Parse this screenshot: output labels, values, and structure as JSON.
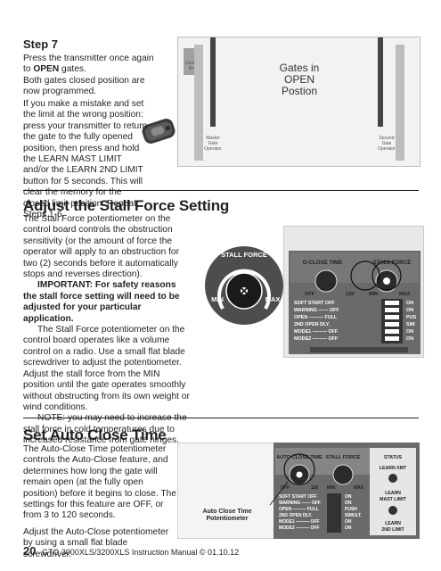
{
  "step7": {
    "heading": "Step 7",
    "para1_a": "Press the transmitter once again to ",
    "para1_b": "OPEN",
    "para1_c": " gates.",
    "para2": "Both gates closed position are now programmed.",
    "para3": "If you make a mistake and set the limit at the wrong position: press your transmitter to return the gate to the fully opened position, then press and hold the LEARN MAST LIMIT and/or the LEARN 2ND LIMIT button for 5 seconds. This will clear the memory for the closed limit position. Repeat Steps 1-6.",
    "figure": {
      "center_label": [
        "Gates in",
        "OPEN",
        "Postion"
      ],
      "control_box": [
        "Control",
        "Box"
      ],
      "master_operator": [
        "Master",
        "Gate",
        "Operator"
      ],
      "second_operator": [
        "Second",
        "Gate",
        "Operator"
      ]
    }
  },
  "stall": {
    "heading": "Adjust the Stall Force Setting",
    "para1": "The Stall Force potentiometer on the control board controls the obstruction sensitivity (or the amount of force the operator will apply to an obstruction for two (2) seconds before it automatically stops and reverses direction).",
    "para2": "IMPORTANT: For safety reasons the stall force setting will need to be adjusted for your particular application.",
    "para3": "The Stall Force potentiometer on the control board operates like a volume control on a radio. Use a small flat blade screwdriver to adjust the potentiometer. Adjust the stall force from the MIN position until the gate operates smoothly without obstructing from its own weight or wind conditions.",
    "para4": "NOTE: you may need to increase the stall force in cold temperatures due to increased resistance from gate hinges.",
    "knob": {
      "title": "STALL FORCE",
      "min": "MIN",
      "max": "MAX"
    },
    "board": {
      "auto_close": "O-CLOSE TIME",
      "stall_force": "STALL FORCE",
      "off": "OFF",
      "t120": "120",
      "min": "MIN",
      "max": "MAX",
      "dip_left": [
        "SOFT START OFF",
        "WARNING —— OFF",
        "OPEN ——— FULL",
        "2ND OPEN DLY.",
        "MODE1 ——— OFF",
        "MODE2 ——— OFF"
      ],
      "dip_right": [
        "ON",
        "ON",
        "PUS",
        "SIM",
        "ON",
        "ON"
      ]
    }
  },
  "autoclose": {
    "heading": "Set Auto Close Time",
    "para1": "The Auto-Close Time potentiometer controls the Auto-Close feature, and determines how long the gate will remain open (at the fully open position) before it begins to close. The settings for this feature are OFF, or from 3 to 120 seconds.",
    "para2": "Adjust the Auto-Close potentiometer by using a small flat blade screwdriver.",
    "callout": [
      "Auto Close Time",
      "Potentiometer"
    ],
    "board": {
      "auto_close": "AUTO CLOSE TIME",
      "stall_force": "STALL FORCE",
      "off": "OFF",
      "t120": "120",
      "min": "MIN",
      "max": "MAX",
      "dip_left": [
        "SOFT START OFF",
        "WARNING —— OFF",
        "OPEN ——— FULL",
        "2ND OPEN DLY.",
        "MODE1 ——— OFF",
        "MODE2 ——— OFF"
      ],
      "dip_right": [
        "ON",
        "ON",
        "PUSH",
        "SIMULT.",
        "ON",
        "ON"
      ],
      "status": "STATUS",
      "learn_xmt": "LEARN XMT",
      "learn_mast": [
        "LEARN",
        "MAST LIMIT"
      ],
      "learn_2nd": [
        "LEARN",
        "2ND LIMIT"
      ]
    }
  },
  "footer": {
    "page_number": "20",
    "text": "GTO 3000XLS/3200XLS Instruction Manual © 01.10.12"
  }
}
